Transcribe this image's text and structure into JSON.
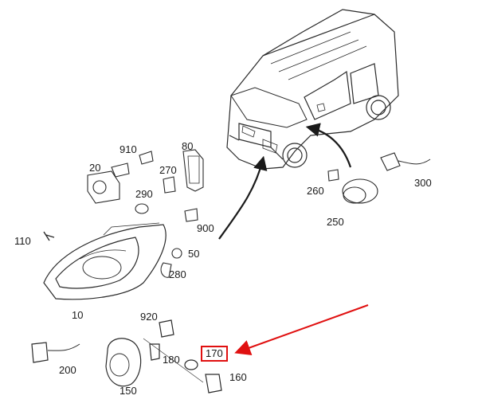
{
  "diagram": {
    "callouts": [
      {
        "id": "p910",
        "text": "910"
      },
      {
        "id": "p80",
        "text": "80"
      },
      {
        "id": "p20",
        "text": "20"
      },
      {
        "id": "p270",
        "text": "270"
      },
      {
        "id": "p290",
        "text": "290"
      },
      {
        "id": "p900",
        "text": "900"
      },
      {
        "id": "p110",
        "text": "110"
      },
      {
        "id": "p50",
        "text": "50"
      },
      {
        "id": "p280",
        "text": "280"
      },
      {
        "id": "p10",
        "text": "10"
      },
      {
        "id": "p260",
        "text": "260"
      },
      {
        "id": "p300",
        "text": "300"
      },
      {
        "id": "p250",
        "text": "250"
      },
      {
        "id": "p920",
        "text": "920"
      },
      {
        "id": "p180",
        "text": "180"
      },
      {
        "id": "p170",
        "text": "170"
      },
      {
        "id": "p160",
        "text": "160"
      },
      {
        "id": "p200",
        "text": "200"
      },
      {
        "id": "p150",
        "text": "150"
      }
    ],
    "highlighted_part": "170",
    "colors": {
      "line": "#2a2a2a",
      "highlight": "#e01010",
      "background": "#ffffff"
    }
  }
}
